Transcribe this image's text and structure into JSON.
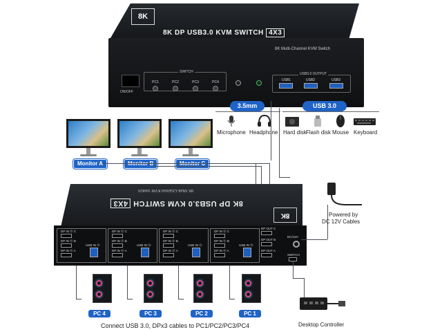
{
  "top_device": {
    "logo": "8K",
    "title": "8K DP USB3.0 KVM SWITCH",
    "title_badge": "4X3",
    "subtitle": "8K Multi-Channel KVM Switch",
    "power_label": "ON/OFF",
    "switch_group_label": "SWITCH",
    "pc_buttons": [
      "PC1",
      "PC2",
      "PC3",
      "PC4"
    ],
    "usb_output_label": "USB3.0 OUTPUT",
    "usb_ports": [
      "USB1",
      "USB2",
      "USB3"
    ]
  },
  "categories": {
    "audio_label": "3.5mm",
    "usb_label": "USB 3.0",
    "devices": [
      "Microphone",
      "Headphone",
      "Hard disk",
      "Flash disk",
      "Mouse",
      "Keyboard"
    ]
  },
  "monitors": [
    "Monitor A",
    "Monitor B",
    "Monitor C"
  ],
  "main_device": {
    "logo": "8K",
    "title": "8K DP USB3.0 KVM SWITCH",
    "title_badge": "4X3",
    "subtitle": "8K Multi-Channel KVM Switch",
    "dp_in_c": "DP IN ⓪ C",
    "dp_in_b": "DP IN ⓪ B",
    "dp_in_a": "DP IN ⓪ A",
    "usb_in": "USB IN ⓪",
    "dp_out_c": "DP OUT C",
    "dp_out_b": "DP OUT B",
    "dp_out_a": "DP OUT A",
    "dc_label": "DC/12V",
    "switch_label": "SWITCH"
  },
  "power": {
    "caption_line1": "Powered by",
    "caption_line2": "DC 12V Cables"
  },
  "pcs": [
    "PC 4",
    "PC 3",
    "PC 2",
    "PC 1"
  ],
  "caption": "Connect USB 3.0, DPx3 cables to PC1/PC2/PC3/PC4",
  "controller_caption": "Desktop Controller",
  "colors": {
    "accent": "#1f63c6",
    "device": "#16181b"
  }
}
